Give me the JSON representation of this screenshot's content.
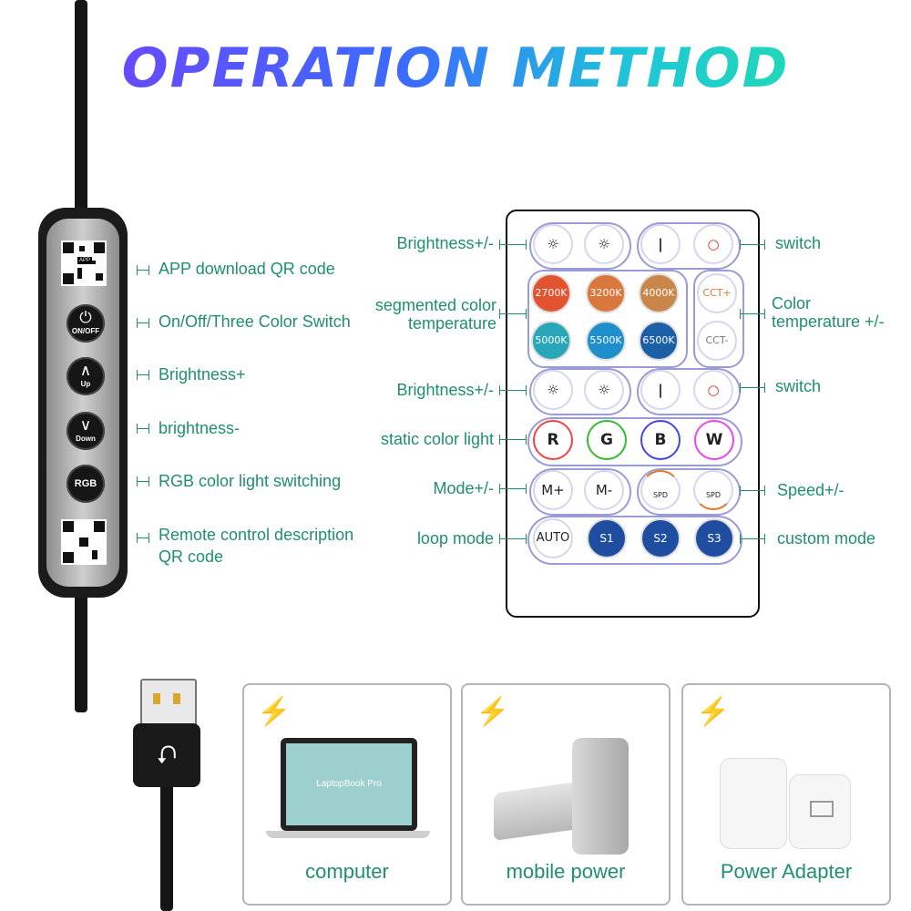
{
  "title": "OPERATION METHOD",
  "controller": {
    "on_off_text": "ON/OFF",
    "up_text": "Up",
    "down_text": "Down",
    "rgb_text": "RGB",
    "app_badge": "APP"
  },
  "controller_labels": {
    "qr_app": "APP download QR code",
    "onoff": "On/Off/Three Color Switch",
    "bright_up": "Brightness+",
    "bright_down": "brightness-",
    "rgb": "RGB color light switching",
    "remote_qr_1": "Remote control description",
    "remote_qr_2": "QR code"
  },
  "remote_labels": {
    "brightness1": "Brightness+/-",
    "switch1": "switch",
    "segmented_1": "segmented color",
    "segmented_2": "temperature",
    "color_temp_1": "Color",
    "color_temp_2": "temperature +/-",
    "brightness2": "Brightness+/-",
    "switch2": "switch",
    "static_color": "static color light",
    "mode": "Mode+/-",
    "speed": "Speed+/-",
    "loop": "loop mode",
    "custom": "custom mode"
  },
  "remote_buttons": {
    "k2700": "2700K",
    "k3200": "3200K",
    "k4000": "4000K",
    "k5000": "5000K",
    "k5500": "5500K",
    "k6500": "6500K",
    "cct_plus": "CCT+",
    "cct_minus": "CCT-",
    "r": "R",
    "g": "G",
    "b": "B",
    "w": "W",
    "m_plus": "M+",
    "m_minus": "M-",
    "spd": "SPD",
    "auto": "AUTO",
    "s1": "S1",
    "s2": "S2",
    "s3": "S3"
  },
  "colors": {
    "k2700": "#e2542f",
    "k3200": "#d9773c",
    "k4000": "#c9864a",
    "k5000": "#27a7b8",
    "k5500": "#1f8fcb",
    "k6500": "#1b5fa6",
    "label": "#1f8f6e"
  },
  "power_sources": [
    {
      "caption": "computer",
      "screen_text": "LaptopBook Pro",
      "icon": "lightning-icon"
    },
    {
      "caption": "mobile power",
      "icon": "lightning-icon"
    },
    {
      "caption": "Power Adapter",
      "icon": "lightning-icon"
    }
  ]
}
